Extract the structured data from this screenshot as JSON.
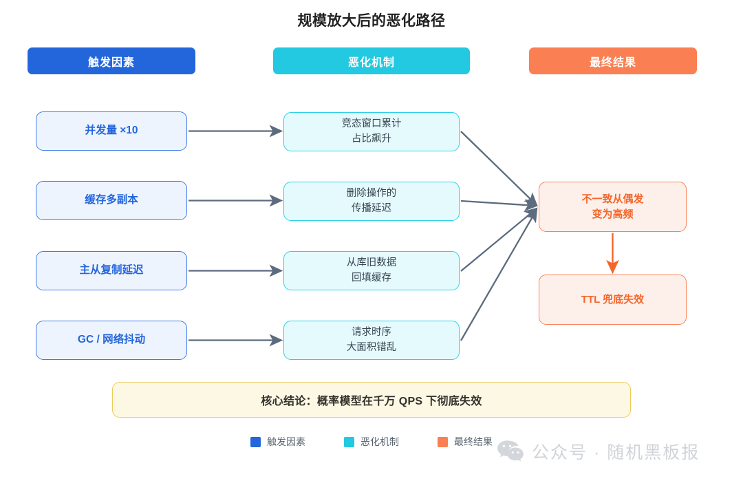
{
  "title": "规模放大后的恶化路径",
  "colors": {
    "trigger": "#2366DC",
    "mechanism": "#22C9E0",
    "result": "#FA7F52",
    "arrow": "#5C6B7E",
    "conclusion_border": "#EBCB5A",
    "conclusion_fill": "#FDF8E4"
  },
  "columns": {
    "trigger_header": "触发因素",
    "mechanism_header": "恶化机制",
    "result_header": "最终结果"
  },
  "triggers": [
    {
      "label": "并发量 ×10"
    },
    {
      "label": "缓存多副本"
    },
    {
      "label": "主从复制延迟"
    },
    {
      "label": "GC / 网络抖动"
    }
  ],
  "mechanisms": [
    {
      "line1": "竞态窗口累计",
      "line2": "占比飙升"
    },
    {
      "line1": "删除操作的",
      "line2": "传播延迟"
    },
    {
      "line1": "从库旧数据",
      "line2": "回填缓存"
    },
    {
      "line1": "请求时序",
      "line2": "大面积错乱"
    }
  ],
  "results": [
    {
      "line1": "不一致从偶发",
      "line2": "变为高频"
    },
    {
      "line1": "TTL 兜底失效",
      "line2": ""
    }
  ],
  "conclusion": "核心结论：概率模型在千万 QPS 下彻底失效",
  "legend": [
    {
      "label": "触发因素",
      "color": "#2366DC"
    },
    {
      "label": "恶化机制",
      "color": "#22C9E0"
    },
    {
      "label": "最终结果",
      "color": "#FA7F52"
    }
  ],
  "watermark": {
    "text": "公众号 · 随机黑板报",
    "icon": "wechat-icon"
  }
}
